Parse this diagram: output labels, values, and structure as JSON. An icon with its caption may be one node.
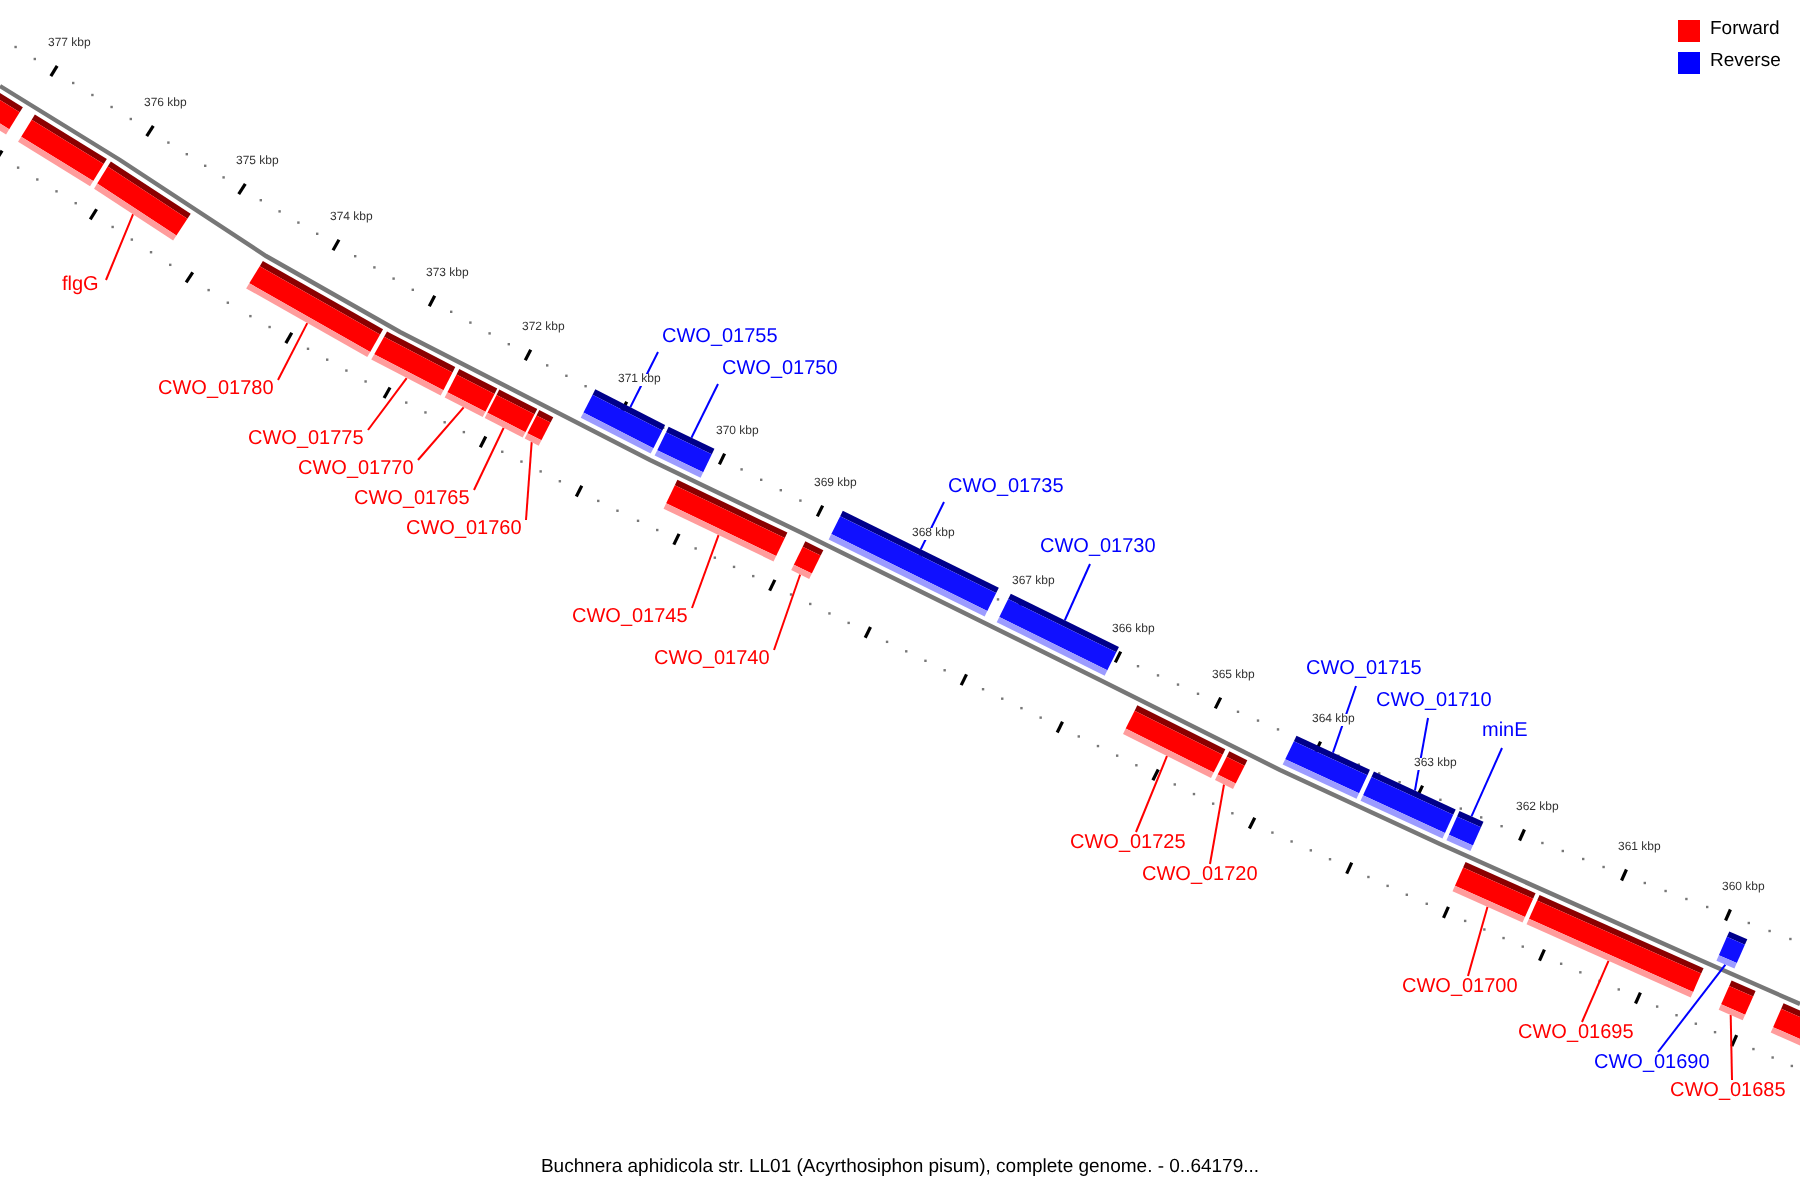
{
  "diagram": {
    "caption": "Buchnera aphidicola str. LL01 (Acyrthosiphon pisum), complete genome. - 0..64179...",
    "nodes": [
      {
        "text": [],
        "shape": "bar"
      },
      {
        "text": [],
        "shape": "bar"
      },
      {
        "text": [
          "flgG"
        ]
      },
      {
        "text": [],
        "shape": "bar"
      },
      {
        "text": [
          "CWO_01780"
        ]
      },
      {
        "text": [],
        "shape": "bar"
      },
      {
        "text": [
          "CWO_01775"
        ]
      },
      {
        "text": [],
        "shape": "bar"
      },
      {
        "text": [
          "CWO_01770"
        ]
      },
      {
        "text": [],
        "shape": "bar"
      },
      {
        "text": [
          "CWO_01765"
        ]
      },
      {
        "text": [],
        "shape": "bar"
      },
      {
        "text": [
          "CWO_01760"
        ]
      },
      {
        "text": [],
        "shape": "bar"
      },
      {
        "text": [
          "CWO_01755"
        ]
      },
      {
        "text": [],
        "shape": "bar"
      },
      {
        "text": [
          "CWO_01750"
        ]
      },
      {
        "text": [],
        "shape": "bar"
      },
      {
        "text": [
          "CWO_01745"
        ]
      },
      {
        "text": [],
        "shape": "bar"
      },
      {
        "text": [
          "CWO_01740"
        ]
      },
      {
        "text": [],
        "shape": "bar"
      },
      {
        "text": [
          "CWO_01735"
        ]
      },
      {
        "text": [],
        "shape": "bar"
      },
      {
        "text": [
          "CWO_01730"
        ]
      },
      {
        "text": [],
        "shape": "bar"
      },
      {
        "text": [
          "CWO_01725"
        ]
      },
      {
        "text": [],
        "shape": "bar"
      },
      {
        "text": [
          "CWO_01720"
        ]
      },
      {
        "text": [],
        "shape": "bar"
      },
      {
        "text": [
          "CWO_01715"
        ]
      },
      {
        "text": [],
        "shape": "bar"
      },
      {
        "text": [
          "CWO_01710"
        ]
      },
      {
        "text": [],
        "shape": "bar"
      },
      {
        "text": [
          "minE"
        ]
      },
      {
        "text": [],
        "shape": "bar"
      },
      {
        "text": [
          "CWO_01700"
        ]
      },
      {
        "text": [],
        "shape": "bar"
      },
      {
        "text": [
          "CWO_01695"
        ]
      },
      {
        "text": [],
        "shape": "bar"
      },
      {
        "text": [
          "CWO_01690"
        ]
      },
      {
        "text": [],
        "shape": "bar"
      },
      {
        "text": [
          "CWO_01685"
        ]
      },
      {
        "text": [],
        "shape": "bar"
      },
      {
        "text": [],
        "shape": "bar"
      }
    ],
    "edges": [
      {
        "from": 2,
        "to": 3,
        "arrow": "none"
      },
      {
        "from": 4,
        "to": 5,
        "arrow": "none"
      },
      {
        "from": 6,
        "to": 7,
        "arrow": "none"
      },
      {
        "from": 8,
        "to": 9,
        "arrow": "none"
      },
      {
        "from": 10,
        "to": 11,
        "arrow": "none"
      },
      {
        "from": 12,
        "to": 13,
        "arrow": "none"
      },
      {
        "from": 14,
        "to": 15,
        "arrow": "none",
        "color": "#0000ff"
      },
      {
        "from": 16,
        "to": 17,
        "arrow": "none",
        "color": "#0000ff"
      },
      {
        "from": 18,
        "to": 19,
        "arrow": "none"
      },
      {
        "from": 20,
        "to": 21,
        "arrow": "none"
      },
      {
        "from": 22,
        "to": 23,
        "arrow": "none",
        "color": "#0000ff"
      },
      {
        "from": 24,
        "to": 25,
        "arrow": "none",
        "color": "#0000ff"
      },
      {
        "from": 26,
        "to": 27,
        "arrow": "none"
      },
      {
        "from": 28,
        "to": 29,
        "arrow": "none"
      },
      {
        "from": 30,
        "to": 31,
        "arrow": "none",
        "color": "#0000ff"
      },
      {
        "from": 32,
        "to": 33,
        "arrow": "none",
        "color": "#0000ff"
      },
      {
        "from": 34,
        "to": 35,
        "arrow": "none",
        "color": "#0000ff"
      },
      {
        "from": 36,
        "to": 37,
        "arrow": "none"
      },
      {
        "from": 38,
        "to": 39,
        "arrow": "none"
      },
      {
        "from": 40,
        "to": 41,
        "arrow": "none",
        "color": "#0000ff"
      },
      {
        "from": 42,
        "to": 43,
        "arrow": "none"
      }
    ],
    "labels": [
      "377 kbp",
      "376 kbp",
      "375 kbp",
      "374 kbp",
      "373 kbp",
      "372 kbp",
      "371 kbp",
      "370 kbp",
      "369 kbp",
      "368 kbp",
      "367 kbp",
      "366 kbp",
      "365 kbp",
      "364 kbp",
      "363 kbp",
      "362 kbp",
      "361 kbp",
      "360 kbp"
    ],
    "legend": [
      {
        "text": "Forward",
        "color": "#ff0000"
      },
      {
        "text": "Reverse",
        "color": "#0000ff"
      }
    ]
  }
}
